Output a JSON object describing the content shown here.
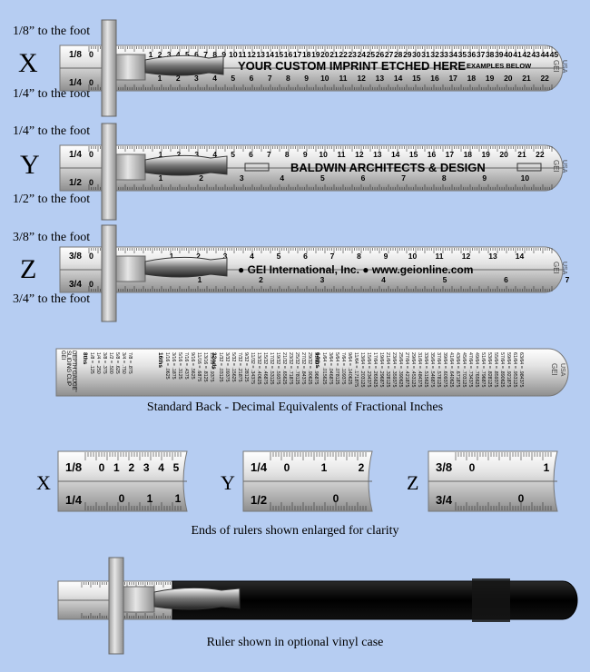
{
  "rulers": [
    {
      "letter": "X",
      "top_label": "1/8” to the foot",
      "bottom_label": "1/4” to the foot",
      "frac_top": "1/8",
      "frac_bottom": "1/4",
      "top_zero": "0",
      "top_numbers": [
        "1",
        "2",
        "3",
        "4",
        "5",
        "6",
        "7",
        "8",
        "9",
        "10",
        "11",
        "12",
        "13",
        "14",
        "15",
        "16",
        "17",
        "18",
        "19",
        "20",
        "21",
        "22",
        "23",
        "24",
        "25",
        "26",
        "27",
        "28",
        "29",
        "30",
        "31",
        "32",
        "33",
        "34",
        "35",
        "36",
        "37",
        "38",
        "39",
        "40",
        "41",
        "42",
        "43",
        "44",
        "45"
      ],
      "bottom_zero": "0",
      "bottom_numbers": [
        "1",
        "2",
        "3",
        "4",
        "5",
        "6",
        "7",
        "8",
        "9",
        "10",
        "11",
        "12",
        "13",
        "14",
        "15",
        "16",
        "17",
        "18",
        "19",
        "20",
        "21",
        "22"
      ],
      "imprint": "YOUR CUSTOM IMPRINT ETCHED HERE",
      "imprint_note": "EXAMPLES BELOW",
      "maker": "GEI",
      "country": "USA"
    },
    {
      "letter": "Y",
      "top_label": "1/4” to the foot",
      "bottom_label": "1/2” to the foot",
      "frac_top": "1/4",
      "frac_bottom": "1/2",
      "top_zero": "0",
      "top_numbers": [
        "1",
        "2",
        "3",
        "4",
        "5",
        "6",
        "7",
        "8",
        "9",
        "10",
        "11",
        "12",
        "13",
        "14",
        "15",
        "16",
        "17",
        "18",
        "19",
        "20",
        "21",
        "22"
      ],
      "bottom_zero": "0",
      "bottom_numbers": [
        "1",
        "2",
        "3",
        "4",
        "5",
        "6",
        "7",
        "8",
        "9",
        "10"
      ],
      "imprint": "BALDWIN ARCHITECTS & DESIGN",
      "imprint_note": "",
      "maker": "GEI",
      "country": "USA"
    },
    {
      "letter": "Z",
      "top_label": "3/8” to the foot",
      "bottom_label": "3/4” to the foot",
      "frac_top": "3/8",
      "frac_bottom": "3/4",
      "top_zero": "0",
      "top_numbers": [
        "1",
        "2",
        "3",
        "4",
        "5",
        "6",
        "7",
        "8",
        "9",
        "10",
        "11",
        "12",
        "13",
        "14"
      ],
      "bottom_zero": "0",
      "bottom_numbers": [
        "1",
        "2",
        "3",
        "4",
        "5",
        "6",
        "7"
      ],
      "imprint": "● GEI International, Inc. ● www.geionline.com",
      "imprint_note": "",
      "maker": "GEI",
      "country": "USA"
    }
  ],
  "back": {
    "caption": "Standard Back - Decimal Equivalents of Fractional Inches",
    "side_text": [
      "GEI",
      "SLIDING CLIP",
      "DEPTH GAUGE"
    ],
    "groups": [
      {
        "heading": "8ths",
        "lines": [
          "1/8 = .125",
          "1/4 = .250",
          "3/8 = .375",
          "1/2 = .500",
          "5/8 = .625",
          "3/4 = .750",
          "7/8 = .875"
        ]
      },
      {
        "heading": "16ths",
        "lines": [
          "1/16 = .0625",
          "3/16 = .1875",
          "5/16 = .3125",
          "7/16 = .4375",
          "9/16 = .5625",
          "11/16 = .6875",
          "13/16 = .8125",
          "15/16 = .9375"
        ]
      },
      {
        "heading": "32nds",
        "lines": [
          "1/32 = .03125",
          "3/32 = .09375",
          "5/32 = .15625",
          "7/32 = .21875",
          "9/32 = .28125",
          "11/32 = .34375",
          "13/32 = .40625",
          "15/32 = .46875",
          "17/32 = .53125",
          "19/32 = .59375",
          "21/32 = .65625",
          "23/32 = .71875",
          "25/32 = .78125",
          "27/32 = .84375",
          "29/32 = .90625",
          "31/32 = .96875"
        ]
      },
      {
        "heading": "64ths",
        "lines": [
          "1/64 = .015625",
          "3/64 = .046875",
          "5/64 = .078125",
          "7/64 = .109375",
          "9/64 = .140625",
          "11/64 = .171875",
          "13/64 = .203125",
          "15/64 = .234375",
          "17/64 = .265625",
          "19/64 = .296875",
          "21/64 = .328125",
          "23/64 = .359375",
          "25/64 = .390625",
          "27/64 = .421875",
          "29/64 = .453125",
          "31/64 = .484375",
          "33/64 = .515625",
          "35/64 = .546875",
          "37/64 = .578125",
          "39/64 = .609375",
          "41/64 = .640625",
          "43/64 = .671875",
          "45/64 = .703125",
          "47/64 = .734375",
          "49/64 = .765625",
          "51/64 = .796875",
          "53/64 = .828125",
          "55/64 = .859375",
          "57/64 = .890625",
          "59/64 = .921875",
          "61/64 = .953125",
          "63/64 = .984375"
        ]
      }
    ],
    "maker": "GEI",
    "country": "USA"
  },
  "ends": {
    "caption": "Ends of rulers shown enlarged for clarity",
    "items": [
      {
        "letter": "X",
        "frac_top": "1/8",
        "frac_bottom": "1/4",
        "top_numbers": [
          "0",
          "1",
          "2",
          "3",
          "4",
          "5"
        ],
        "bottom_numbers": [
          "0",
          "1",
          "1"
        ]
      },
      {
        "letter": "Y",
        "frac_top": "1/4",
        "frac_bottom": "1/2",
        "top_numbers": [
          "0",
          "1",
          "2"
        ],
        "bottom_numbers": [
          "0"
        ]
      },
      {
        "letter": "Z",
        "frac_top": "3/8",
        "frac_bottom": "3/4",
        "top_numbers": [
          "0",
          "1"
        ],
        "bottom_numbers": [
          "0"
        ]
      }
    ]
  },
  "case": {
    "caption": "Ruler shown in optional vinyl case"
  },
  "colors": {
    "background": "#b6cdf2",
    "metal_light": "#f4f4f4",
    "metal_dark": "#9a9a9a",
    "case": "#000000"
  }
}
